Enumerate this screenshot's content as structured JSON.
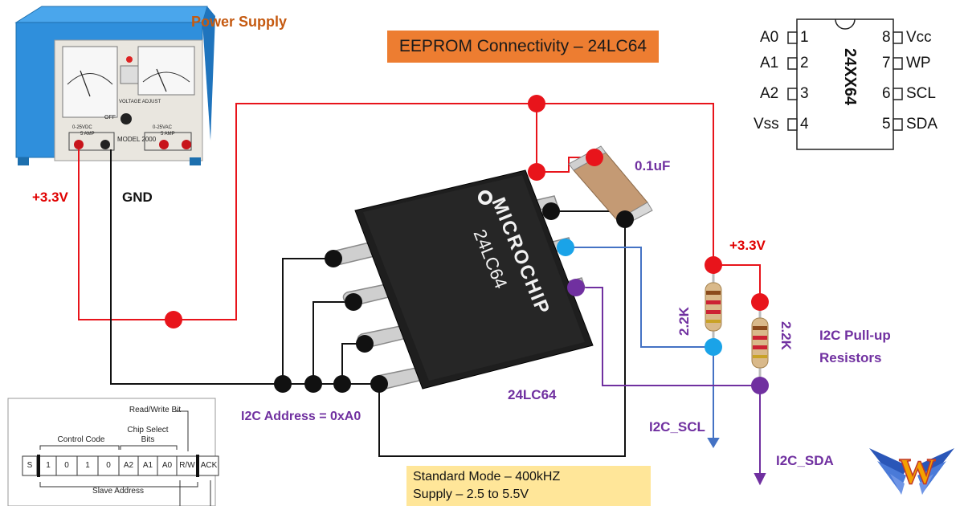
{
  "title": "EEPROM Connectivity – 24LC64",
  "power_supply": {
    "label": "Power Supply",
    "positive_label": "+3.3V",
    "ground_label": "GND",
    "panel": {
      "model": "MODEL 2000",
      "dc_range": "0-25VDC",
      "dc_amp": "5 AMP",
      "ac_range": "0-25VAC",
      "ac_amp": "5 AMP",
      "knob": "VOLTAGE ADJUST",
      "off": "OFF"
    }
  },
  "capacitor": {
    "label": "0.1uF"
  },
  "chip": {
    "brand": "MICROCHIP",
    "part": "24LC64",
    "caption": "24LC64"
  },
  "pullups": {
    "supply_label": "+3.3V",
    "r1_label": "2.2K",
    "r2_label": "2.2K",
    "caption_line1": "I2C Pull-up",
    "caption_line2": "Resistors"
  },
  "signals": {
    "scl": "I2C_SCL",
    "sda": "I2C_SDA"
  },
  "address_label": "I2C Address = 0xA0",
  "mode": {
    "line1": "Standard Mode – 400kHZ",
    "line2": "Supply – 2.5 to 5.5V"
  },
  "pinout": {
    "part": "24XX64",
    "left_pins": [
      {
        "name": "A0",
        "num": "1"
      },
      {
        "name": "A1",
        "num": "2"
      },
      {
        "name": "A2",
        "num": "3"
      },
      {
        "name": "Vss",
        "num": "4"
      }
    ],
    "right_pins": [
      {
        "num": "8",
        "name": "Vcc"
      },
      {
        "num": "7",
        "name": "WP"
      },
      {
        "num": "6",
        "name": "SCL"
      },
      {
        "num": "5",
        "name": "SDA"
      }
    ]
  },
  "control_byte": {
    "rw_label": "Read/Write Bit",
    "control_code_label": "Control Code",
    "chip_select_line1": "Chip Select",
    "chip_select_line2": "Bits",
    "slave_address_label": "Slave Address",
    "cells": [
      "S",
      "1",
      "0",
      "1",
      "0",
      "A2",
      "A1",
      "A0",
      "R/W",
      "ACK"
    ]
  },
  "colors": {
    "power": "#e8141b",
    "ground": "#111111",
    "scl": "#4472c4",
    "sda": "#7030a0",
    "title_bg": "#ed7d31",
    "mode_bg": "#ffe699",
    "supply_case": "#2f8fdc"
  },
  "logo": {
    "letter": "W"
  }
}
